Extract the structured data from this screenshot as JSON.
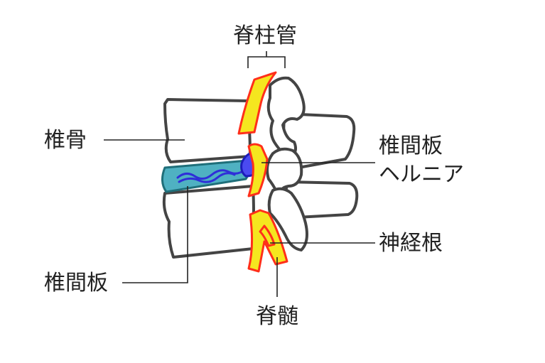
{
  "labels": {
    "spinal_canal": "脊柱管",
    "vertebra": "椎骨",
    "disc_herniation_line1": "椎間板",
    "disc_herniation_line2": "ヘルニア",
    "nerve_root": "神経根",
    "intervertebral_disc": "椎間板",
    "spinal_cord": "脊髄"
  },
  "colors": {
    "bone_outline": "#444444",
    "spinal_cord_fill": "#f5e61f",
    "spinal_cord_outline": "#ff2f1a",
    "disc_fill": "#4fb1c2",
    "disc_outline": "#1f6f7a",
    "herniation_fill": "#4a4af0",
    "herniation_outline": "#1c1cb8"
  }
}
